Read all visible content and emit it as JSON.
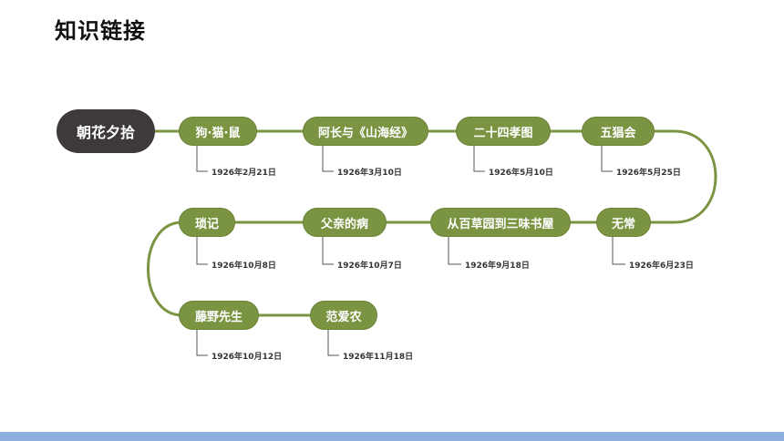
{
  "title": "知识链接",
  "root": "朝花夕拾",
  "items": [
    {
      "label": "狗·猫·鼠",
      "date": "1926年2月21日"
    },
    {
      "label": "阿长与《山海经》",
      "date": "1926年3月10日"
    },
    {
      "label": "二十四孝图",
      "date": "1926年5月10日"
    },
    {
      "label": "五猖会",
      "date": "1926年5月25日"
    },
    {
      "label": "无常",
      "date": "1926年6月23日"
    },
    {
      "label": "从百草园到三味书屋",
      "date": "1926年9月18日"
    },
    {
      "label": "父亲的病",
      "date": "1926年10月7日"
    },
    {
      "label": "琐记",
      "date": "1926年10月8日"
    },
    {
      "label": "藤野先生",
      "date": "1926年10月12日"
    },
    {
      "label": "范爱农",
      "date": "1926年11月18日"
    }
  ],
  "colors": {
    "node": "#7a9442",
    "root": "#3e3a39",
    "line": "#7a9442",
    "bottom_bar": "#8db0e0"
  }
}
